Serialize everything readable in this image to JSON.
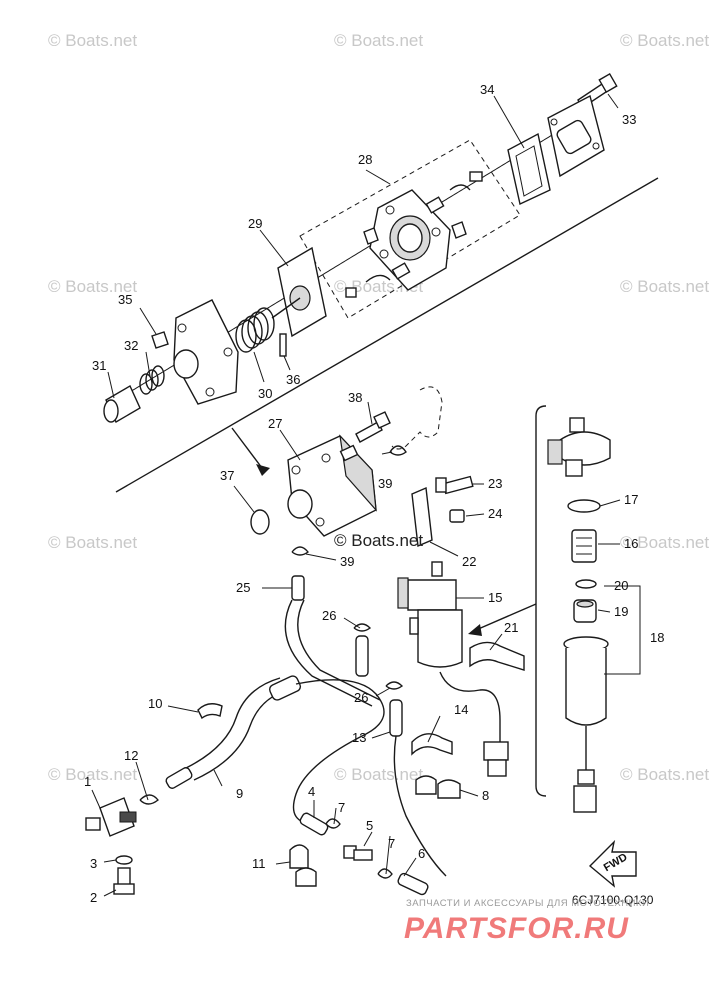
{
  "watermarks": {
    "site": "© Boats.net",
    "center": "© Boats.net"
  },
  "diagram_code": "6CJ7100-Q130",
  "fwd_label": "FWD",
  "logo": {
    "tagline": "ЗАПЧАСТИ И АКСЕССУАРЫ ДЛЯ МОТОТЕХНИКИ",
    "brand": "PARTSFOR.RU"
  },
  "callouts": {
    "c1": "1",
    "c2": "2",
    "c3": "3",
    "c4": "4",
    "c5": "5",
    "c6": "6",
    "c7a": "7",
    "c7b": "7",
    "c8": "8",
    "c9": "9",
    "c10": "10",
    "c11": "11",
    "c12": "12",
    "c13": "13",
    "c14": "14",
    "c15": "15",
    "c16": "16",
    "c17": "17",
    "c18": "18",
    "c19": "19",
    "c20": "20",
    "c21": "21",
    "c22": "22",
    "c23": "23",
    "c24": "24",
    "c25": "25",
    "c26a": "26",
    "c26b": "26",
    "c27": "27",
    "c28": "28",
    "c29": "29",
    "c30": "30",
    "c31": "31",
    "c32": "32",
    "c33": "33",
    "c34": "34",
    "c35": "35",
    "c36": "36",
    "c37": "37",
    "c38": "38",
    "c39a": "39",
    "c39b": "39"
  }
}
